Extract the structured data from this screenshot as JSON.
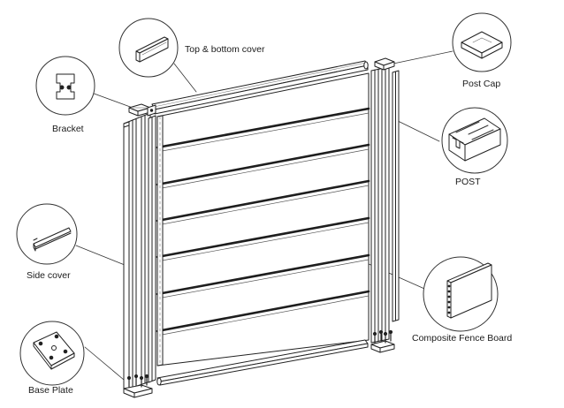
{
  "labels": {
    "top_bottom_cover": "Top & bottom cover",
    "bracket": "Bracket",
    "side_cover": "Side cover",
    "base_plate": "Base Plate",
    "post_cap": "Post Cap",
    "post": "POST",
    "composite_fence_board": "Composite Fence Board"
  },
  "colors": {
    "line": "#222222",
    "part_fill": "#ffffff",
    "dark_groove": "#1e1e1e"
  }
}
